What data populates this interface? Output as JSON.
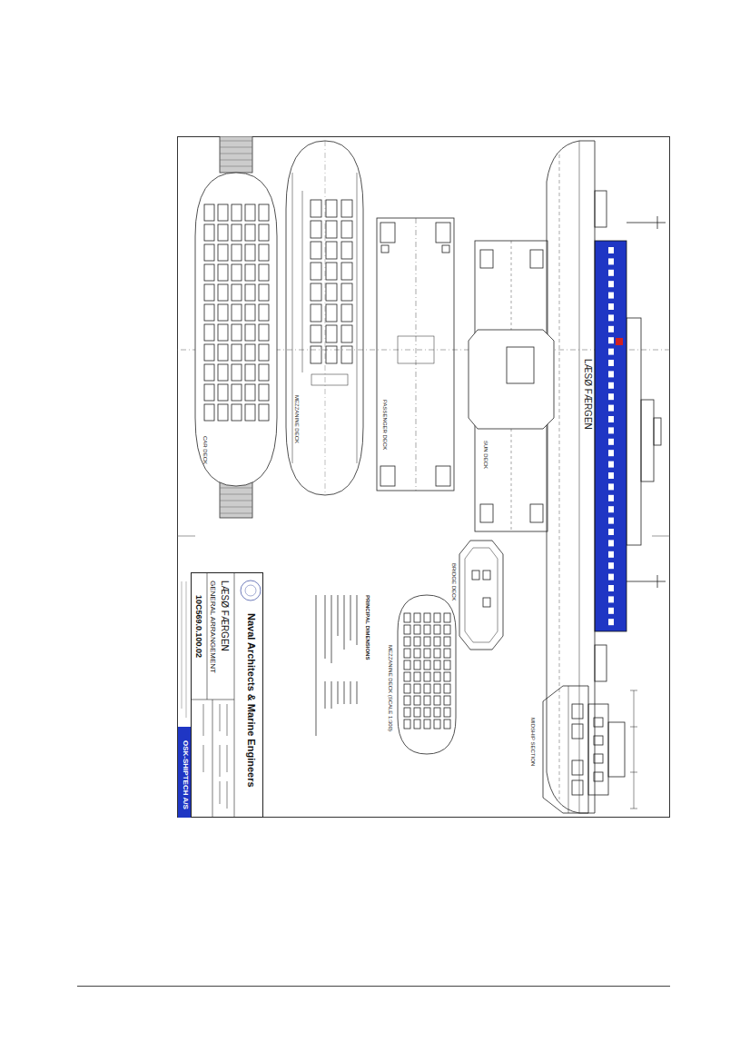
{
  "diagram": {
    "nodes": [
      {
        "text": [
          "Naval Architects & Marine Engineers",
          "LÆSØ FÆRGEN",
          "GENERAL ARRANGEMENT"
        ]
      }
    ],
    "labels": [
      "LÆSØ FÆRGEN",
      "SUN DECK",
      "PASSENGER DECK",
      "MEZZANINE DECK",
      "CAR DECK",
      "BRIDGE DECK",
      "MIDSHIP SECTION",
      "MEZZANINE DECK (SCALE 1:300)",
      "PRINCIPAL DIMENSIONS",
      "10C569.0.100.02",
      "OSK-SHIPTECH A/S"
    ]
  }
}
